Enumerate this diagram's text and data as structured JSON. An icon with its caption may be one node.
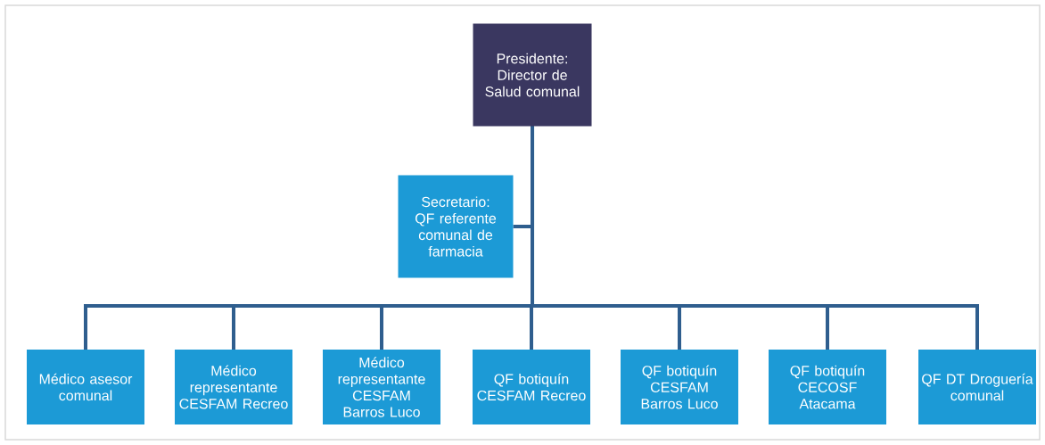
{
  "diagram": {
    "nodes": [
      {
        "text": [
          "Presidente: Director de Salud comunal"
        ]
      },
      {
        "text": [
          "Secretario: QF referente comunal de farmacia"
        ]
      },
      {
        "text": [
          "Médico asesor comunal"
        ]
      },
      {
        "text": [
          "Médico representante CESFAM Recreo"
        ]
      },
      {
        "text": [
          "Médico representante CESFAM Barros Luco"
        ]
      },
      {
        "text": [
          "QF botiquín CESFAM Recreo"
        ]
      },
      {
        "text": [
          "QF botiquín CESFAM Barros Luco"
        ]
      },
      {
        "text": [
          "QF botiquín CECOSF Atacama"
        ]
      },
      {
        "text": [
          "QF DT Droguería comunal"
        ]
      }
    ],
    "edges": [
      {
        "from": 0,
        "to": 1,
        "arrow": "none"
      },
      {
        "from": 0,
        "to": 2,
        "arrow": "none"
      },
      {
        "from": 0,
        "to": 3,
        "arrow": "none"
      },
      {
        "from": 0,
        "to": 4,
        "arrow": "none"
      },
      {
        "from": 0,
        "to": 5,
        "arrow": "none"
      },
      {
        "from": 0,
        "to": 6,
        "arrow": "none"
      },
      {
        "from": 0,
        "to": 7,
        "arrow": "none"
      },
      {
        "from": 0,
        "to": 8,
        "arrow": "none"
      }
    ]
  }
}
